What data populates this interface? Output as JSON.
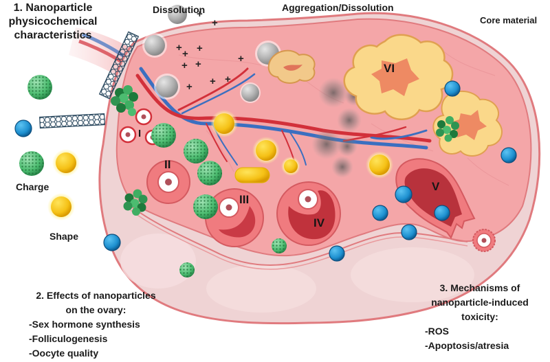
{
  "figure": {
    "title": "Effects of nanoparticles on the ovary",
    "colors": {
      "ovary_fill": "#f4a6a8",
      "ovary_outline": "#e07a7e",
      "medulla_fill": "#efd3d4",
      "follicle_red": "#c93a45",
      "follicle_pink": "#f07b7f",
      "corpus_luteum": "#fad88a",
      "corpus_luteum_outline": "#e0a050",
      "artery": "#d2303a",
      "vein": "#3b6fc0",
      "np_green": "#3fae62",
      "np_blue": "#1e90d0",
      "np_gold": "#f5c116",
      "np_grey": "#a8a8a8",
      "nanotube": "#2c4a60"
    }
  },
  "labels": {
    "section1": [
      "1. Nanoparticle",
      "physicochemical",
      "characteristics"
    ],
    "dissolution": "Dissolution",
    "aggregation_dissolution": "Aggregation/Dissolution",
    "core_material": "Core material",
    "charge": "Charge",
    "shape": "Shape",
    "section2_heading": [
      "2. Effects of nanoparticles",
      "on the ovary:"
    ],
    "section2_items": [
      "-Sex hormone synthesis",
      "-Folliculogenesis",
      "-Oocyte quality"
    ],
    "section3_heading": [
      "3. Mechanisms of",
      "nanoparticle-induced",
      "toxicity:"
    ],
    "section3_items": [
      "-ROS",
      "-Apoptosis/atresia"
    ]
  },
  "follicle_stages": {
    "I": "I",
    "II": "II",
    "III": "III",
    "IV": "IV",
    "V": "V",
    "VI": "VI"
  },
  "ion_symbol": "+"
}
